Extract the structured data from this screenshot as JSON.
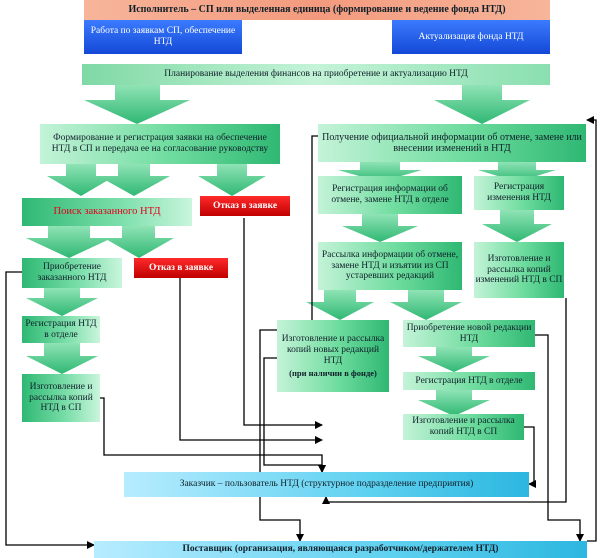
{
  "boxes": {
    "header": "Исполнитель – СП или выделенная единица (формирование и ведение фонда НТД)",
    "sp_requests": "Работа по заявкам СП, обеспечение НТД",
    "fund_update": "Актуализация фонда НТД",
    "planning": "Планирование выделения финансов на приобретение и актуализацию НТД",
    "form_request": "Формирование и регистрация заявки на обеспечение НТД в СП и передача ее на согласование руководству",
    "search_ordered": "Поиск заказанного НТД",
    "refusal_1": "Отказ в заявке",
    "acquire_ordered": "Приобретение заказанного НТД",
    "refusal_2": "Отказ в заявке",
    "register_dept_left": "Регистрация НТД в отделе",
    "make_copies_left": "Изготовление и рассылка копий НТД в СП",
    "official_info": "Получение официальной информации об отмене, замене или внесении изменений в НТД",
    "register_info": "Регистрация информации об отмене, замене НТД в отделе",
    "register_changes": "Регистрация изменения НТД",
    "send_info": "Рассылка информации об отмене, замене НТД и изъятии из СП устаревших редакций",
    "make_change_copies": "Изготовление и рассылка копий изменений НТД в СП",
    "make_new_editions": "Изготовление и рассылка копий новых редакций НТД",
    "make_new_editions_note": "(при наличии в фонде)",
    "acquire_new_edition": "Приобретение новой редакции НТД",
    "register_dept_right": "Регистрация НТД в отделе",
    "make_copies_right": "Изготовление и рассылка копий НТД в СП",
    "customer": "Заказчик – пользователь НТД (структурное подразделение предприятия)",
    "supplier": "Поставщик (организация, являющаяся разработчиком/держателем НТД)"
  },
  "colors": {
    "green_dark": "#2fb873",
    "green_light": "#c9f5dc",
    "blue": "#1348d6",
    "red": "#d00000",
    "header": "#f39a7e",
    "cyan": "#5fd1f0",
    "red_text": "#e4001b"
  }
}
